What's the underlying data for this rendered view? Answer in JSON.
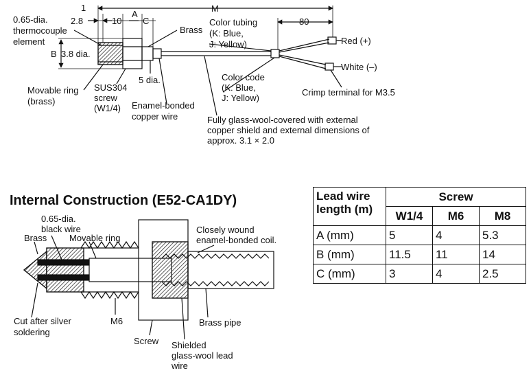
{
  "top_drawing": {
    "dims": {
      "d1": "1",
      "d2": "2.8",
      "d10": "10",
      "dA": "A",
      "dC": "C",
      "dM": "M",
      "d80": "80",
      "dB": "B",
      "d38": "3.8 dia.",
      "d5": "5 dia."
    },
    "labels": {
      "thermocouple": [
        "0.65-dia.",
        "thermocouple",
        "element"
      ],
      "brass": "Brass",
      "color_tubing": [
        "Color tubing",
        "(K: Blue,",
        "J: Yellow)"
      ],
      "red": "Red (+)",
      "white": "White (–)",
      "movable_ring": [
        "Movable ring",
        "(brass)"
      ],
      "screw": [
        "SUS304",
        "screw",
        "(W1/4)"
      ],
      "enamel_wire": [
        "Enamel-bonded",
        "copper wire"
      ],
      "color_code": [
        "Color code",
        "(K: Blue,",
        "J: Yellow)"
      ],
      "crimp": "Crimp terminal for M3.5",
      "glass_wool": [
        "Fully glass-wool-covered with external",
        "copper shield and external dimensions of",
        "approx. 3.1 × 2.0"
      ]
    }
  },
  "internal": {
    "title": "Internal Construction (E52-CA1DY)",
    "labels": {
      "black_wire": [
        "0.65-dia.",
        "black wire"
      ],
      "brass": "Brass",
      "movable_ring": "Movable ring",
      "coil": [
        "Closely wound",
        "enamel-bonded coil."
      ],
      "cut": [
        "Cut after silver",
        "soldering"
      ],
      "m6": "M6",
      "brass_pipe": "Brass pipe",
      "screw": "Screw",
      "shielded": [
        "Shielded",
        "glass-wool lead",
        "wire"
      ]
    }
  },
  "table": {
    "head_left": [
      "Lead wire",
      "length (m)"
    ],
    "head_group": "Screw",
    "columns": [
      "W1/4",
      "M6",
      "M8"
    ],
    "rows": [
      {
        "label": "A (mm)",
        "values": [
          "5",
          "4",
          "5.3"
        ]
      },
      {
        "label": "B (mm)",
        "values": [
          "11.5",
          "11",
          "14"
        ]
      },
      {
        "label": "C (mm)",
        "values": [
          "3",
          "4",
          "2.5"
        ]
      }
    ]
  }
}
